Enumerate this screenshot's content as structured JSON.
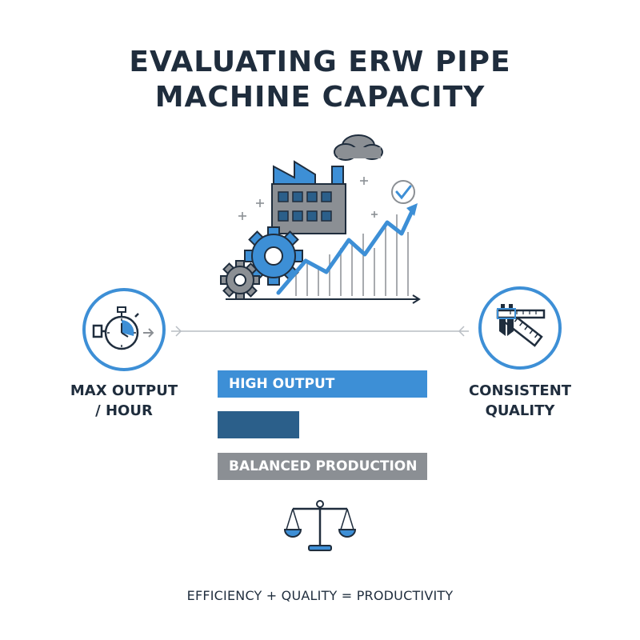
{
  "title": {
    "line1": "EVALUATING ERW PIPE",
    "line2": "MACHINE CAPACITY"
  },
  "hero": {
    "icons": [
      "factory-icon",
      "smoke-cloud-icon",
      "gear-icon",
      "trend-arrow-icon",
      "checkmark-circle-icon",
      "plus-sparkle-icon"
    ]
  },
  "left": {
    "icon": "stopwatch-icon",
    "label_line1": "MAX OUTPUT",
    "label_line2": "/ HOUR"
  },
  "right": {
    "icon": "caliper-ruler-icon",
    "label_line1": "CONSISTENT",
    "label_line2": "QUALITY"
  },
  "bars": [
    {
      "label": "HIGH OUTPUT",
      "color": "#3d8fd6",
      "level": 1.0
    },
    {
      "label": "",
      "color": "#2b5f8a",
      "level": 0.39
    },
    {
      "label": "BALANCED PRODUCTION",
      "color": "#8b8f94",
      "level": 1.0
    }
  ],
  "scale_icon": "balance-scale-icon",
  "footer": "EFFICIENCY + QUALITY = PRODUCTIVITY",
  "colors": {
    "accent_blue": "#3d8fd6",
    "dark_blue": "#2b5f8a",
    "gray": "#8b8f94",
    "text_dark": "#1f2d3d"
  }
}
